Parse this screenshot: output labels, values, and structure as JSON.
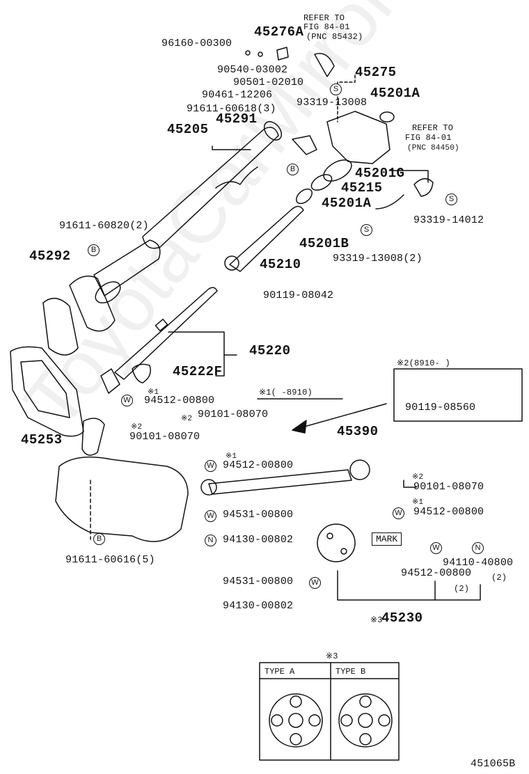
{
  "parts": {
    "p45276A": "45276A",
    "p96160": "96160-00300",
    "p90540": "90540-03002",
    "p90501": "90501-02010",
    "p45275": "45275",
    "p90461": "90461-12206",
    "p93319a": "93319-13008",
    "p45201A_top": "45201A",
    "p91611_60618": "91611-60618(3)",
    "p45291": "45291",
    "p45205": "45205",
    "p45201G": "45201G",
    "p45215": "45215",
    "p45201A_mid": "45201A",
    "p91611_60820": "91611-60820(2)",
    "p93319_14012": "93319-14012",
    "p45201B": "45201B",
    "p93319_13008_2": "93319-13008(2)",
    "p45292": "45292",
    "p45210": "45210",
    "p90119_08042": "90119-08042",
    "p45220": "45220",
    "p45222F": "45222F",
    "p94512_a": "94512-00800",
    "p90101_a": "90101-08070",
    "p90101_b": "90101-08070",
    "p45253": "45253",
    "p90119_08560": "90119-08560",
    "p45390": "45390",
    "p94512_b": "94512-00800",
    "p90101_c": "90101-08070",
    "p94512_c": "94512-00800",
    "p94531_a": "94531-00800",
    "p94130_a": "94130-00802",
    "p91611_60616": "91611-60616(5)",
    "p94110": "94110-40800",
    "p94110_qty": "(2)",
    "p94512_d": "94512-00800",
    "p94512_d_qty": "(2)",
    "p94531_b": "94531-00800",
    "p94130_b": "94130-00802",
    "p45230": "45230"
  },
  "refs": {
    "ref1_line1": "REFER TO",
    "ref1_line2": "FIG 84-01",
    "ref1_line3": "(PNC 85432)",
    "ref2_line1": "REFER TO",
    "ref2_line2": "FIG 84-01",
    "ref2_line3": "(PNC 84450)"
  },
  "notes": {
    "note1": "※1(      -8910)",
    "note2_box": "※2(8910-      )",
    "note1_small": "※1",
    "note2_small": "※2",
    "note3_prefix": "※3",
    "note3_table": "※3",
    "mark": "MARK"
  },
  "symbols": {
    "B": "B",
    "S": "S",
    "W": "W",
    "N": "N"
  },
  "type_table": {
    "type_a": "TYPE A",
    "type_b": "TYPE B"
  },
  "footer": {
    "code": "451065B"
  },
  "watermark": "ToyotaCarMirror.ru"
}
